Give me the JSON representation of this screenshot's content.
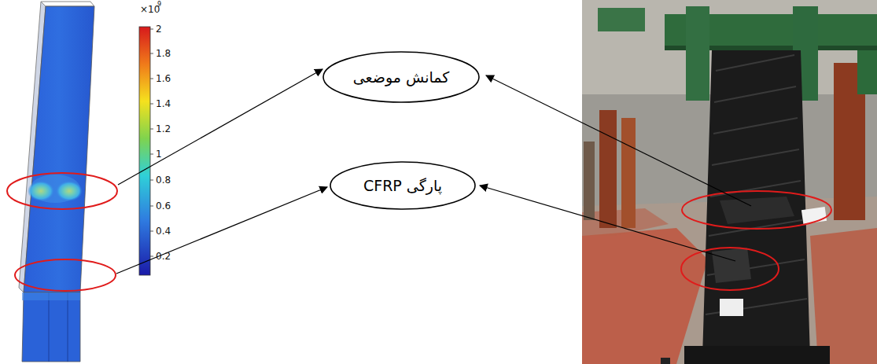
{
  "diagram": {
    "nodes": [
      {
        "text": [
          "کمانش موضعی"
        ]
      },
      {
        "text": [
          "پارگی CFRP"
        ]
      }
    ],
    "labels": [
      "×10",
      "9",
      "2",
      "1.8",
      "1.6",
      "1.4",
      "1.2",
      "1",
      "0.8",
      "0.6",
      "0.4",
      "0.2"
    ]
  }
}
